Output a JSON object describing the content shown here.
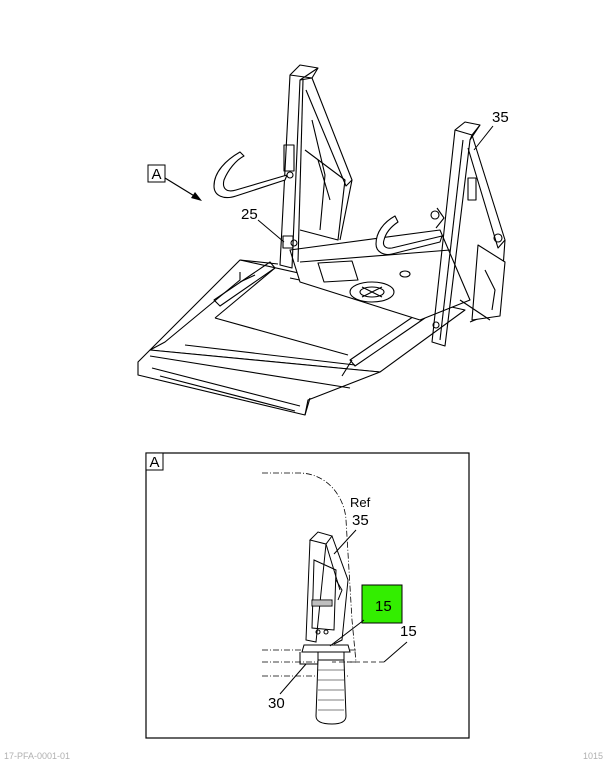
{
  "main_view": {
    "view_ref_label": "A",
    "callouts": {
      "c25": "25",
      "c35": "35"
    }
  },
  "detail_view": {
    "view_label": "A",
    "callouts": {
      "ref_text": "Ref",
      "c35": "35",
      "c15_box": "15",
      "c15": "15",
      "c30": "30"
    },
    "highlight_color": "#33ee00"
  },
  "footer": {
    "doc_id": "17-PFA-0001-01",
    "page_ref": "1015"
  }
}
